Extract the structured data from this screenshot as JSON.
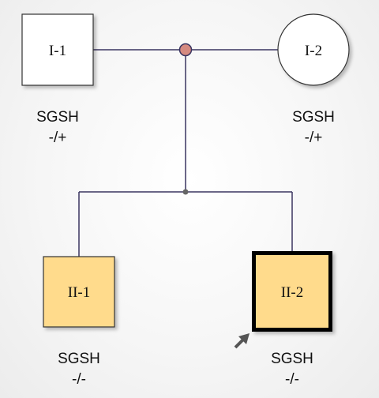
{
  "pedigree": {
    "colors": {
      "line": "#3a3560",
      "affected_fill": "#ffdb8c",
      "unaffected_fill": "#ffffff",
      "marriage_node": "#d58a80",
      "sibship_node": "#666666",
      "proband_arrow": "#555555"
    },
    "individuals": [
      {
        "id": "I-1",
        "generation": 1,
        "sex": "male",
        "affected": false,
        "gene": "SGSH",
        "genotype": "-/+"
      },
      {
        "id": "I-2",
        "generation": 1,
        "sex": "female",
        "affected": false,
        "gene": "SGSH",
        "genotype": "-/+"
      },
      {
        "id": "II-1",
        "generation": 2,
        "sex": "male",
        "affected": true,
        "gene": "SGSH",
        "genotype": "-/-"
      },
      {
        "id": "II-2",
        "generation": 2,
        "sex": "male",
        "affected": true,
        "proband": true,
        "gene": "SGSH",
        "genotype": "-/-"
      }
    ]
  }
}
